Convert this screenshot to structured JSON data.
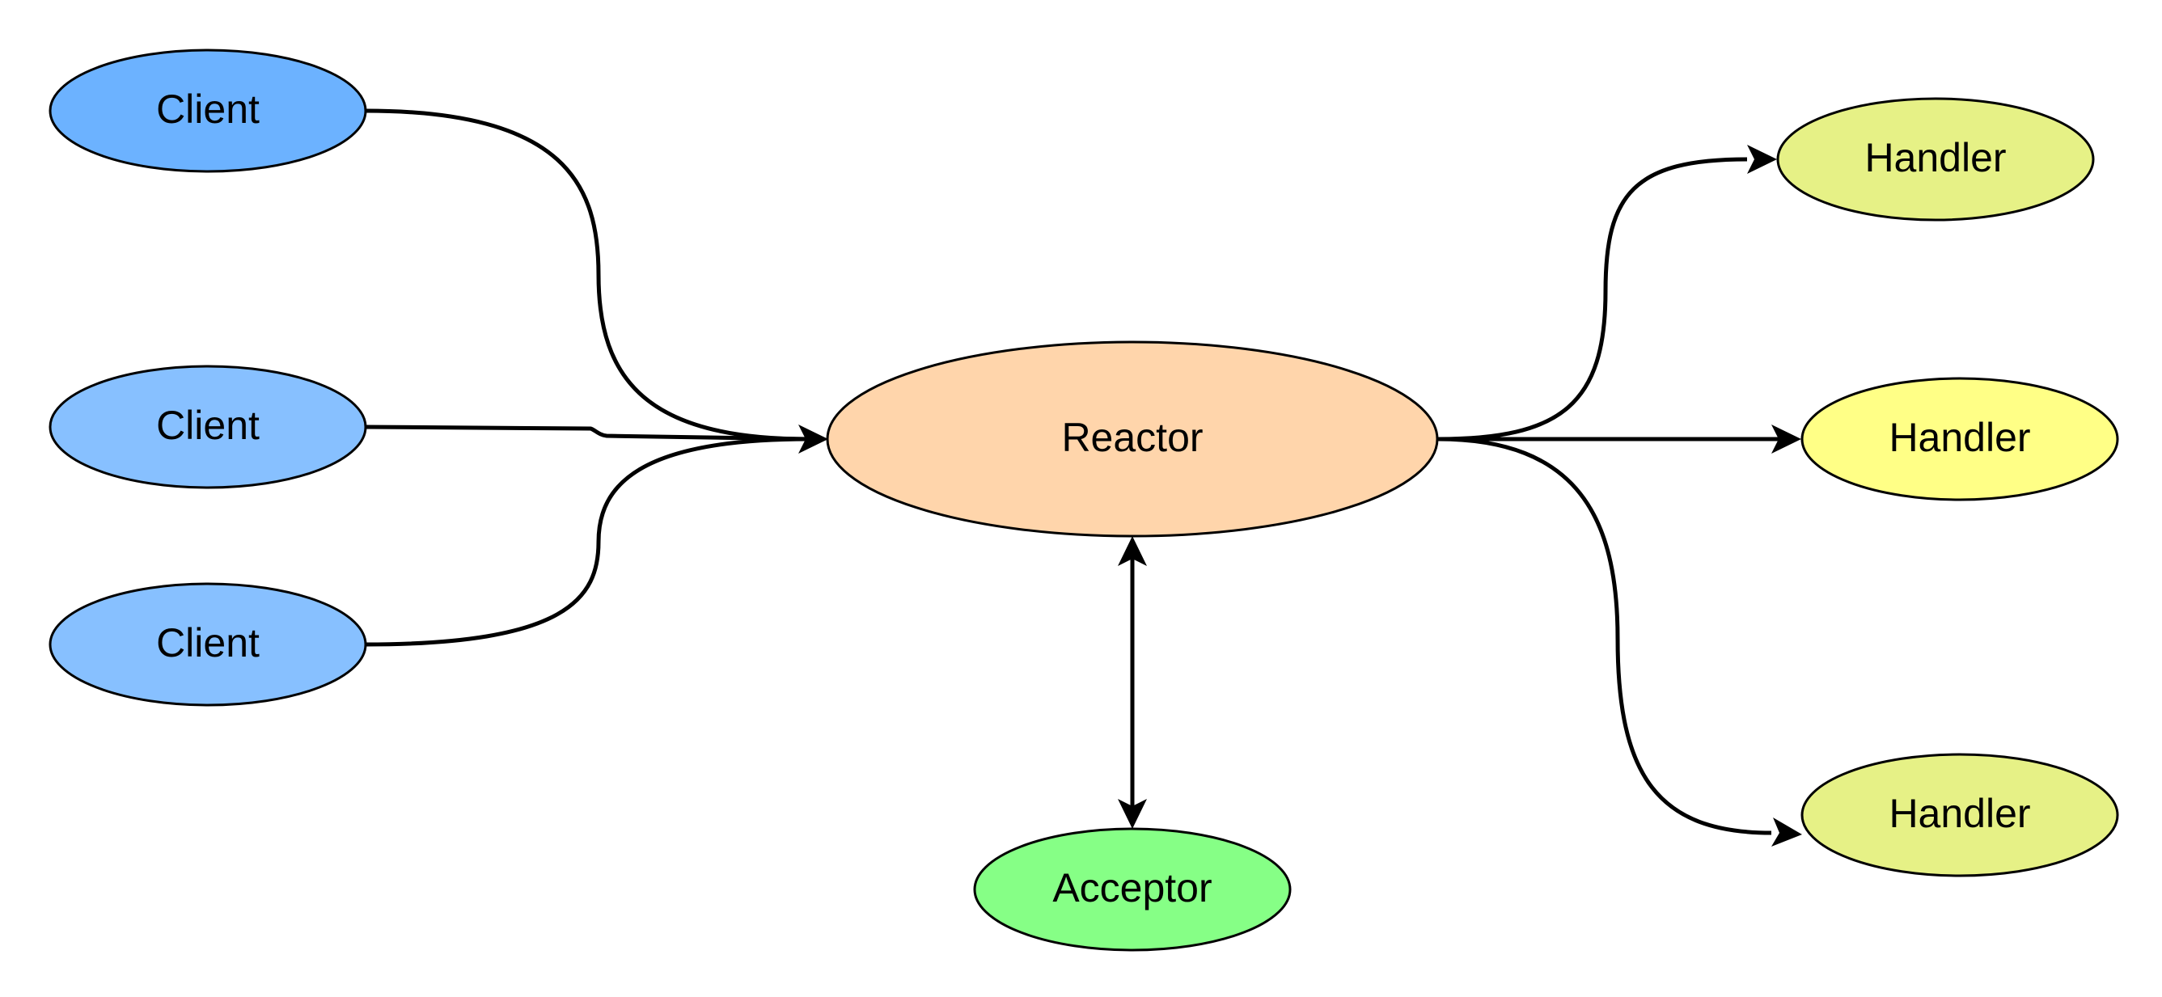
{
  "nodes": {
    "client_1": {
      "label": "Client",
      "fill": "#6cb2ff"
    },
    "client_2": {
      "label": "Client",
      "fill": "#87c0ff"
    },
    "client_3": {
      "label": "Client",
      "fill": "#87c0ff"
    },
    "reactor": {
      "label": "Reactor",
      "fill": "#ffd5ab"
    },
    "acceptor": {
      "label": "Acceptor",
      "fill": "#86ff86"
    },
    "handler_1": {
      "label": "Handler",
      "fill": "#e6f186"
    },
    "handler_2": {
      "label": "Handler",
      "fill": "#ffff86"
    },
    "handler_3": {
      "label": "Handler",
      "fill": "#e6f186"
    }
  },
  "edges": [
    {
      "from": "client_1",
      "to": "reactor",
      "direction": "forward"
    },
    {
      "from": "client_2",
      "to": "reactor",
      "direction": "forward"
    },
    {
      "from": "client_3",
      "to": "reactor",
      "direction": "forward"
    },
    {
      "from": "reactor",
      "to": "acceptor",
      "direction": "both"
    },
    {
      "from": "reactor",
      "to": "handler_1",
      "direction": "forward"
    },
    {
      "from": "reactor",
      "to": "handler_2",
      "direction": "forward"
    },
    {
      "from": "reactor",
      "to": "handler_3",
      "direction": "forward"
    }
  ],
  "colors": {
    "stroke": "#000000",
    "background": "#ffffff"
  }
}
